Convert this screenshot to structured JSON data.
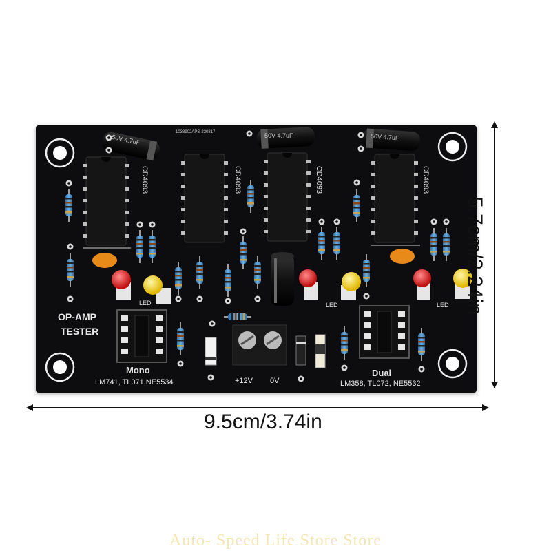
{
  "dimensions": {
    "width_label": "9.5cm/3.74in",
    "height_label": "5.7cm/2.24in"
  },
  "board": {
    "title_line1": "OP-AMP",
    "title_line2": "TESTER",
    "mono_label": "Mono",
    "mono_models": "LM741, TL071,NE5534",
    "dual_label": "Dual",
    "dual_models": "LM358, TL072, NE5532",
    "terminal_plus": "+12V",
    "terminal_zero": "0V",
    "led_label": "LED",
    "chip_labels": [
      "CD4093",
      "CD4093",
      "CD4093",
      "CD4093"
    ],
    "capacitor_label": "50V 4.7uF",
    "board_code": "1038902APS-230817"
  },
  "watermark": "Auto- Speed Life Store Store",
  "colors": {
    "pcb": "#0d0d0f",
    "silkscreen": "#e8e8e8",
    "resistor_body": "#4a90c8",
    "led_red": "#d81e1e",
    "led_yellow": "#f2d21b",
    "ceramic_cap": "#e88a1a"
  }
}
